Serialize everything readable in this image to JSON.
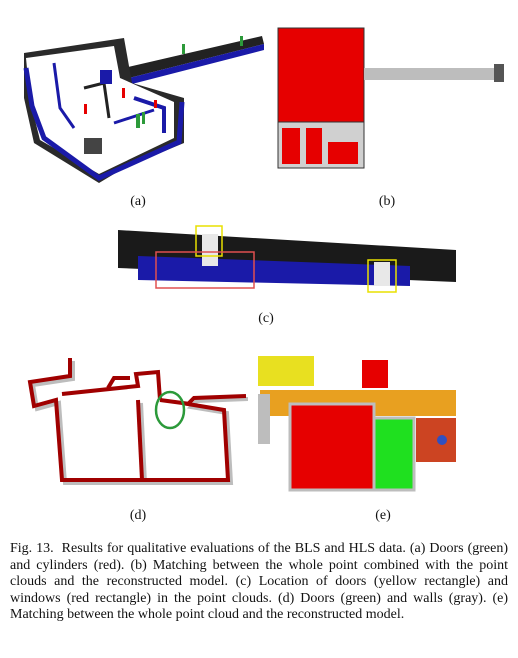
{
  "panels": {
    "a": {
      "label": "(a)"
    },
    "b": {
      "label": "(b)"
    },
    "c": {
      "label": "(c)"
    },
    "d": {
      "label": "(d)"
    },
    "e": {
      "label": "(e)"
    }
  },
  "caption": {
    "fig_number": "Fig. 13.",
    "text": "Results for qualitative evaluations of the BLS and HLS data. (a) Doors (green) and cylinders (red). (b) Matching between the whole point combined with the point clouds and the reconstructed model. (c) Location of doors (yellow rectangle) and windows (red rectangle) in the point clouds. (d) Doors (green) and walls (gray). (e) Matching between the whole point cloud and the reconstructed model."
  },
  "colors": {
    "walls_blue": "#1a1aa8",
    "points_black": "#111111",
    "model_red": "#e60000",
    "model_gray": "#bdbdbd",
    "door_green": "#2c9a3a",
    "door_box_yellow": "#e8e000",
    "window_box_red": "#e05050",
    "wall_darkred": "#a00000",
    "match_green": "#1fe01f",
    "match_yellow": "#e8e020"
  }
}
